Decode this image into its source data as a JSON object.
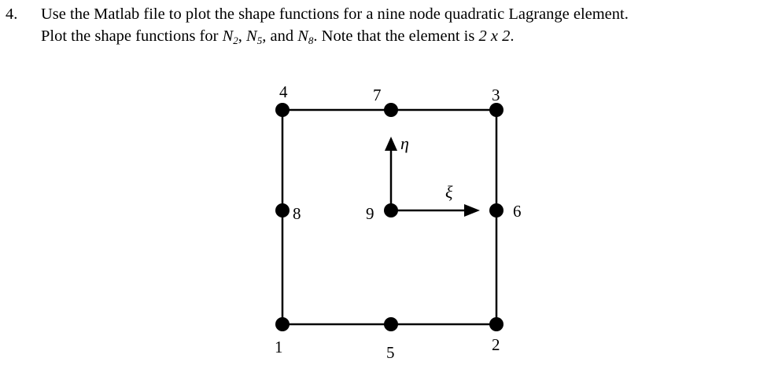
{
  "problem": {
    "number": "4.",
    "line1": "Use the Matlab file to plot the shape functions for a nine node quadratic Lagrange element.",
    "line2_prefix": "Plot the shape functions for ",
    "n2": "N",
    "n2_sub": "2",
    "sep1": ", ",
    "n5": "N",
    "n5_sub": "5",
    "sep2": ", and ",
    "n8": "N",
    "n8_sub": "8",
    "line2_mid": ".  Note that the element is ",
    "size": "2 x 2",
    "line2_end": "."
  },
  "figure": {
    "nodes": [
      {
        "id": "1",
        "label": "1"
      },
      {
        "id": "2",
        "label": "2"
      },
      {
        "id": "3",
        "label": "3"
      },
      {
        "id": "4",
        "label": "4"
      },
      {
        "id": "5",
        "label": "5"
      },
      {
        "id": "6",
        "label": "6"
      },
      {
        "id": "7",
        "label": "7"
      },
      {
        "id": "8",
        "label": "8"
      },
      {
        "id": "9",
        "label": "9"
      }
    ],
    "axis_eta": "η",
    "axis_xi": "ξ"
  }
}
